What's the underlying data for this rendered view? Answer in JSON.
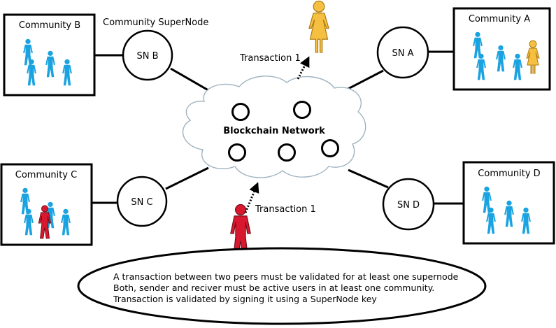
{
  "network": {
    "label": "Blockchain Network"
  },
  "supernode_caption": "Community SuperNode",
  "communities": {
    "a": {
      "label": "Community A",
      "node": "SN A"
    },
    "b": {
      "label": "Community B",
      "node": "SN B"
    },
    "c": {
      "label": "Community C",
      "node": "SN C"
    },
    "d": {
      "label": "Community D",
      "node": "SN D"
    }
  },
  "transactions": {
    "outgoing": "Transaction 1",
    "incoming": "Transaction 1"
  },
  "notes": [
    "A transaction between two peers must be validated for at least one supernode",
    "Both, sender and reciver must be active users in at least one community.",
    "Transaction is validated by signing it using a SuperNode key"
  ],
  "colors": {
    "community_member": "#1aa3e0",
    "receiver": "#f5c042",
    "receiver_outline": "#b07d10",
    "sender": "#d8182e",
    "cloud_stroke": "#9fb3bf",
    "line": "#000000"
  }
}
